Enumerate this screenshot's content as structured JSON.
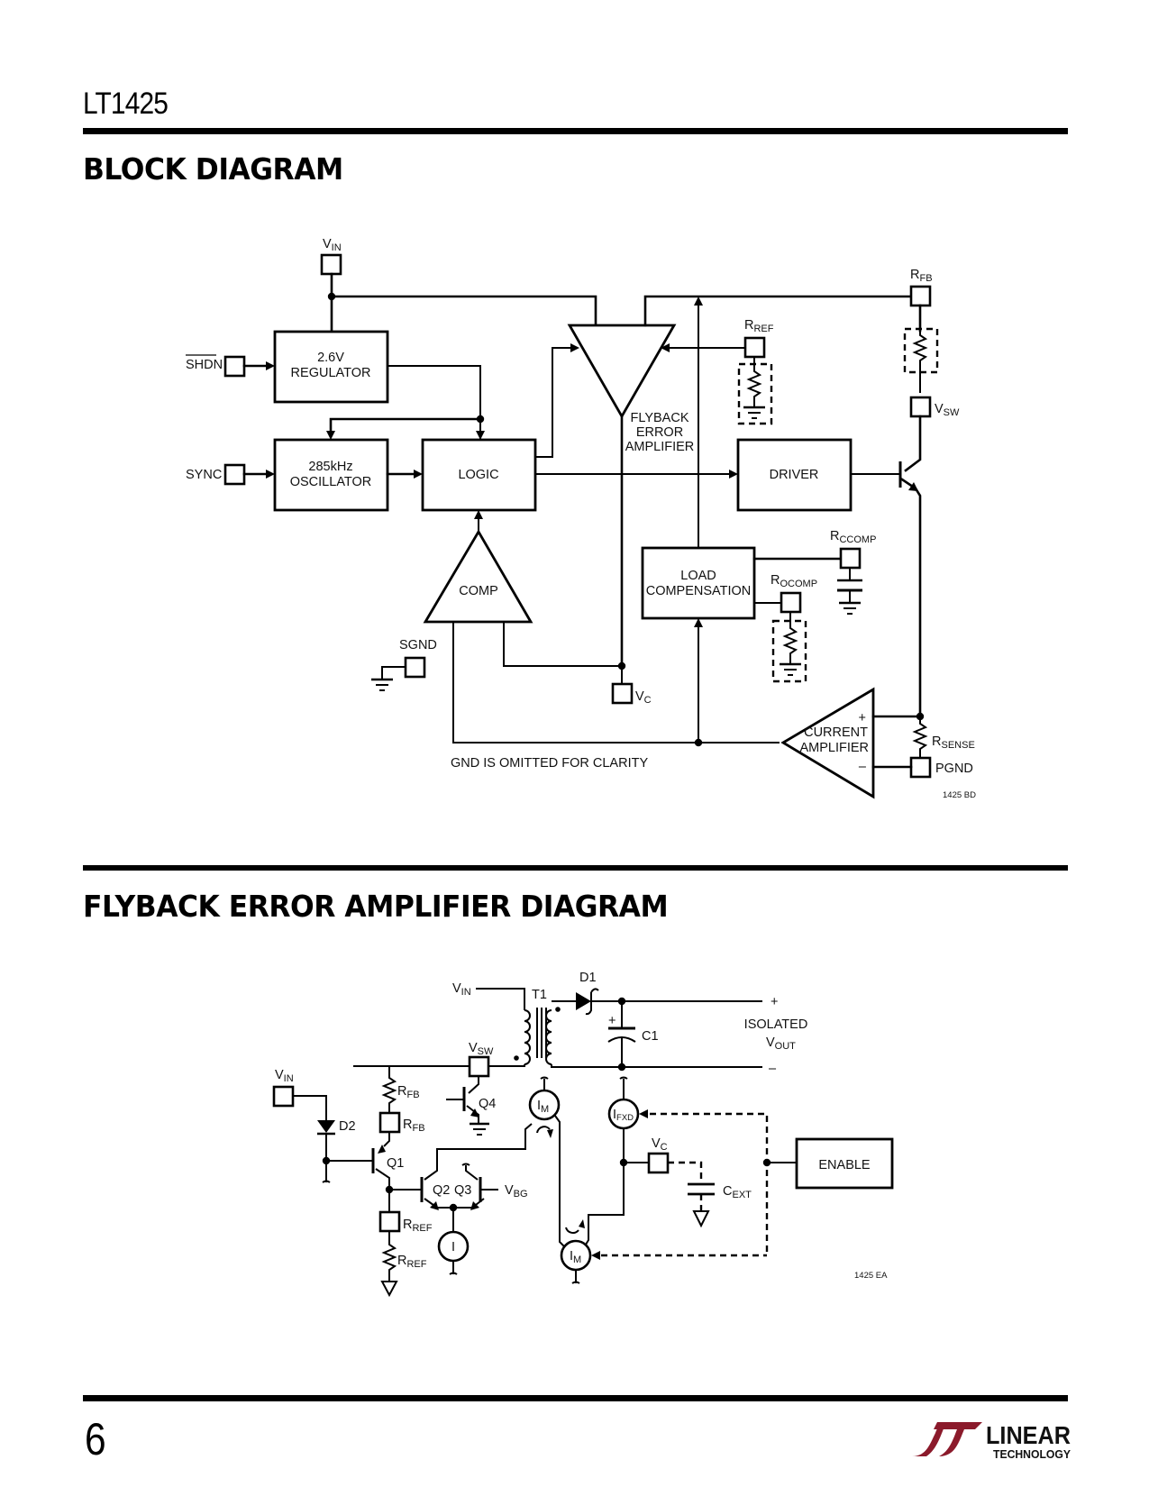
{
  "header": {
    "part_number": "LT1425"
  },
  "sections": {
    "block_diagram_title": "Block Diagram",
    "flyback_title": "Flyback Error Amplifier Diagram"
  },
  "block_diagram": {
    "pins": {
      "vin": "V",
      "vin_sub": "IN",
      "shdn": "SHDN",
      "sync": "SYNC",
      "sgnd": "SGND",
      "vc": "V",
      "vc_sub": "C",
      "rfb": "R",
      "rfb_sub": "FB",
      "rref": "R",
      "rref_sub": "REF",
      "vsw": "V",
      "vsw_sub": "SW",
      "rccomp": "R",
      "rccomp_sub": "CCOMP",
      "rocomp": "R",
      "rocomp_sub": "OCOMP",
      "rsense": "R",
      "rsense_sub": "SENSE",
      "pgnd": "PGND"
    },
    "blocks": {
      "regulator_line1": "2.6V",
      "regulator_line2": "REGULATOR",
      "oscillator_line1": "285kHz",
      "oscillator_line2": "OSCILLATOR",
      "logic": "LOGIC",
      "driver": "DRIVER",
      "comp": "COMP",
      "load_comp_line1": "LOAD",
      "load_comp_line2": "COMPENSATION",
      "flyback_amp_line1": "FLYBACK",
      "flyback_amp_line2": "ERROR",
      "flyback_amp_line3": "AMPLIFIER",
      "current_amp_line1": "CURRENT",
      "current_amp_line2": "AMPLIFIER",
      "plus": "+",
      "minus": "–"
    },
    "note": "GND IS OMITTED FOR CLARITY",
    "figure_id": "1425 BD"
  },
  "flyback_diagram": {
    "labels": {
      "vin_top": "V",
      "vin_top_sub": "IN",
      "t1": "T1",
      "d1": "D1",
      "c1": "C1",
      "plus_out": "+",
      "minus_out": "–",
      "isolated": "ISOLATED",
      "vout": "V",
      "vout_sub": "OUT",
      "vsw": "V",
      "vsw_sub": "SW",
      "vin_left": "V",
      "vin_left_sub": "IN",
      "d2": "D2",
      "rfb_res": "R",
      "rfb_res_sub": "FB",
      "rfb_pin": "R",
      "rfb_pin_sub": "FB",
      "q1": "Q1",
      "q2": "Q2",
      "q3": "Q3",
      "q4": "Q4",
      "vbg": "V",
      "vbg_sub": "BG",
      "rref_pin": "R",
      "rref_pin_sub": "REF",
      "rref_res": "R",
      "rref_res_sub": "REF",
      "i_src": "I",
      "im_top": "I",
      "im_top_sub": "M",
      "im_bot": "I",
      "im_bot_sub": "M",
      "ifxd": "I",
      "ifxd_sub": "FXD",
      "vc": "V",
      "vc_sub": "C",
      "cext": "C",
      "cext_sub": "EXT",
      "enable": "ENABLE"
    },
    "figure_id": "1425 EA"
  },
  "footer": {
    "page_number": "6",
    "logo_word1": "LINEAR",
    "logo_word2": "TECHNOLOGY",
    "brand_color": "#8B1A2B"
  }
}
